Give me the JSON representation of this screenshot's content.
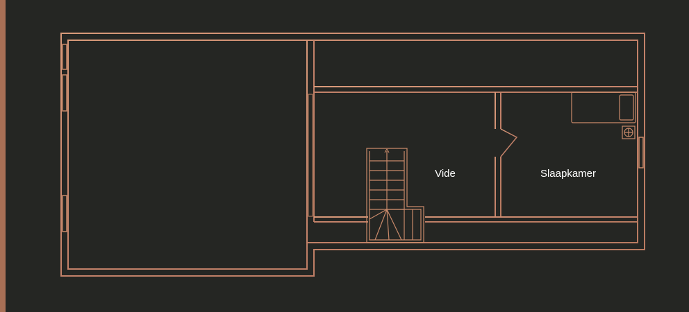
{
  "rooms": [
    {
      "id": "vide",
      "label": "Vide"
    },
    {
      "id": "slaapkamer",
      "label": "Slaapkamer"
    }
  ],
  "colors": {
    "background": "#252623",
    "wall": "#c98a6a",
    "wall_highlight": "#e2aa8c",
    "label": "#ffffff"
  }
}
